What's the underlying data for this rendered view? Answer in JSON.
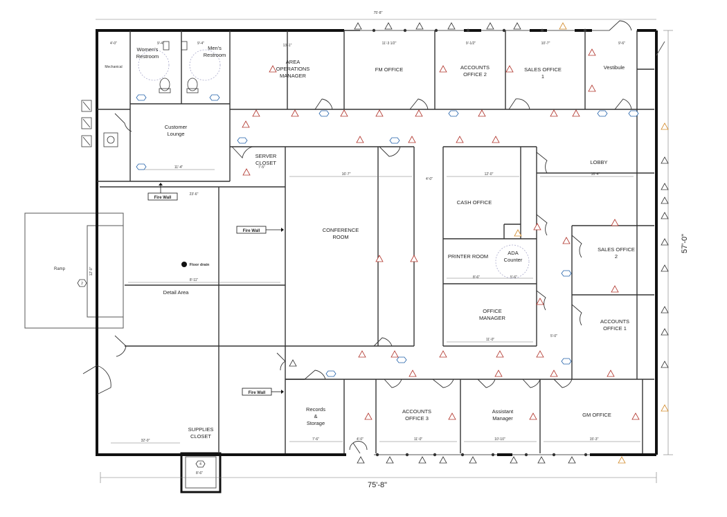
{
  "plan": {
    "rooms": {
      "womens_restroom": [
        "Women's",
        "Restroom"
      ],
      "mens_restroom": [
        "Men's",
        "Restroom"
      ],
      "mechanical": "Mechanical",
      "customer_lounge": [
        "Customer",
        "Lounge"
      ],
      "area_ops": [
        "AREA",
        "OPERATIONS",
        "MANAGER"
      ],
      "fm_office": "FM OFFICE",
      "accounts_office_2": [
        "ACCOUNTS",
        "OFFICE 2"
      ],
      "sales_office_1": [
        "SALES OFFICE",
        "1"
      ],
      "vestibule": "Vestibule",
      "server_closet": [
        "SERVER",
        "CLOSET"
      ],
      "lobby": "LOBBY",
      "cash_office": "CASH OFFICE",
      "conference_room": [
        "CONFERENCE",
        "ROOM"
      ],
      "ramp": "Ramp",
      "detail_area": "Detail Area",
      "floor_drain": "Floor drain",
      "printer_room": "PRINTER ROOM",
      "ada_counter": [
        "ADA",
        "Counter"
      ],
      "sales_office_2": [
        "SALES OFFICE",
        "2"
      ],
      "office_manager": [
        "OFFICE",
        "MANAGER"
      ],
      "accounts_office_1": [
        "ACCOUNTS",
        "OFFICE 1"
      ],
      "records_storage": [
        "Records",
        "&",
        "Storage"
      ],
      "accounts_office_3": [
        "ACCOUNTS",
        "OFFICE 3"
      ],
      "assistant_manager": [
        "Assistant",
        "Manager"
      ],
      "gm_office": "GM OFFICE",
      "supplies_closet": [
        "SUPPLIES",
        "CLOSET"
      ]
    },
    "fire_wall_label": "Fire Wall",
    "overall_width": "75'-8\"",
    "overall_height": "57'-0\""
  }
}
